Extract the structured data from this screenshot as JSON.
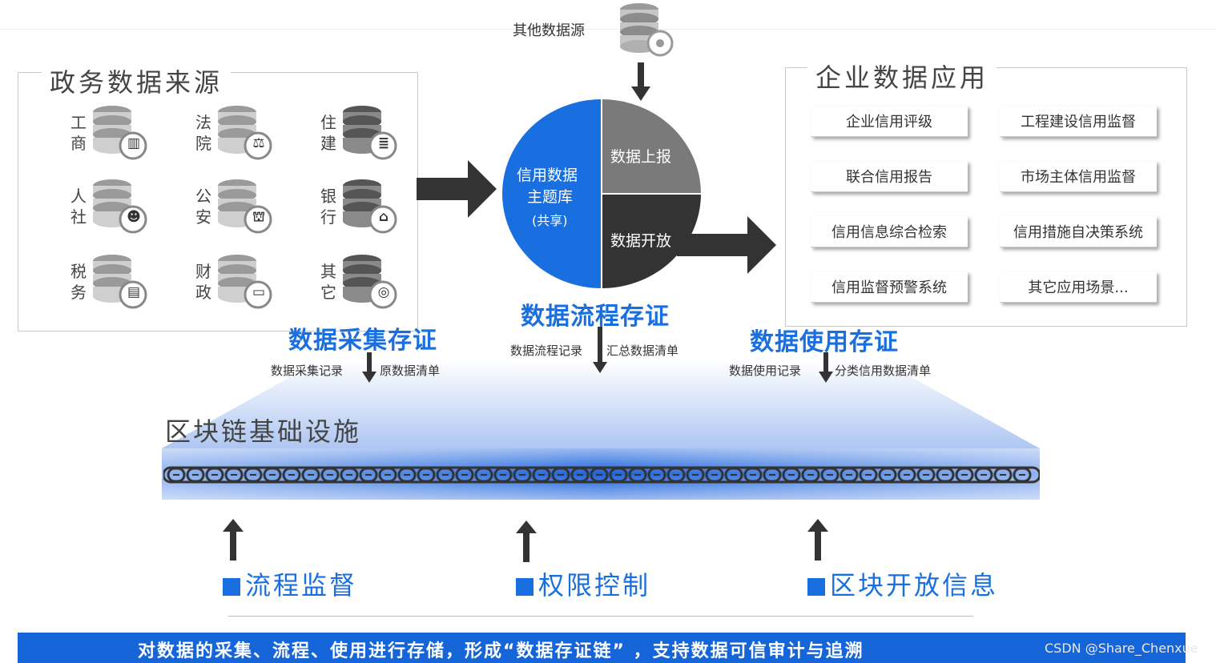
{
  "other_source": "其他数据源",
  "gov_panel": {
    "title": "政务数据来源",
    "sources": [
      {
        "label": "工商",
        "icon": "building-icon"
      },
      {
        "label": "法院",
        "icon": "scales-icon"
      },
      {
        "label": "住建",
        "icon": "coins-icon"
      },
      {
        "label": "人社",
        "icon": "people-icon"
      },
      {
        "label": "公安",
        "icon": "police-icon"
      },
      {
        "label": "银行",
        "icon": "bank-icon"
      },
      {
        "label": "税务",
        "icon": "cashier-icon"
      },
      {
        "label": "财政",
        "icon": "wallet-icon"
      },
      {
        "label": "其它",
        "icon": "fingerprint-icon"
      }
    ]
  },
  "circle": {
    "left_line1": "信用数据",
    "left_line2": "主题库",
    "left_line3": "(共享)",
    "top_right": "数据上报",
    "bottom_right": "数据开放"
  },
  "ent_panel": {
    "title": "企业数据应用",
    "apps": [
      "企业信用评级",
      "工程建设信用监督",
      "联合信用报告",
      "市场主体信用监督",
      "信用信息综合检索",
      "信用措施自决策系统",
      "信用监督预警系统",
      "其它应用场景..."
    ]
  },
  "evidence": {
    "collect": {
      "title": "数据采集存证",
      "left": "数据采集记录",
      "right": "原数据清单"
    },
    "flow": {
      "title": "数据流程存证",
      "left": "数据流程记录",
      "right": "汇总数据清单"
    },
    "use": {
      "title": "数据使用存证",
      "left": "数据使用记录",
      "right": "分类信用数据清单"
    }
  },
  "blockchain_title": "区块链基础设施",
  "features": [
    "流程监督",
    "权限控制",
    "区块开放信息"
  ],
  "footer": "对数据的采集、流程、使用进行存储，形成“数据存证链”  ，支持数据可信审计与追溯",
  "watermark": "CSDN @Share_Chenxue",
  "colors": {
    "accent_blue": "#1a6fe0",
    "dark_gray": "#3a3a3a",
    "mid_gray": "#7a7a7a",
    "footer_blue": "#1565d8"
  }
}
